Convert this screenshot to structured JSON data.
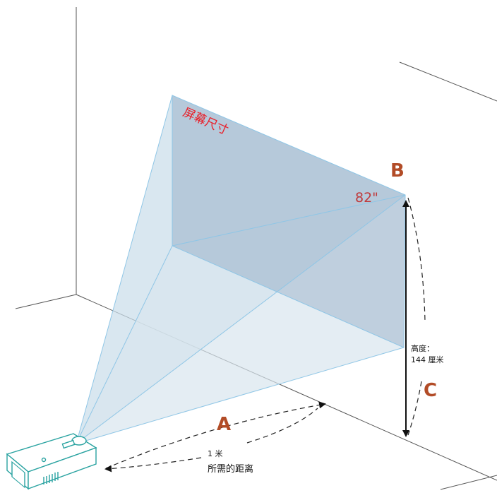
{
  "screen_label": "屏幕尺寸",
  "diagonal": "82\"",
  "label_a": "A",
  "label_b": "B",
  "label_c": "C",
  "height_title": "高度：",
  "height_value": "144 厘米",
  "distance_value": "1 米",
  "distance_caption": "所需的距离",
  "colors": {
    "screen_label": "#e8202a",
    "diagonal": "#c0393b",
    "letters": "#b24c27",
    "beam": "#8fc6e6",
    "screen_fill": "#aabfd3",
    "room_lines": "#555555"
  }
}
